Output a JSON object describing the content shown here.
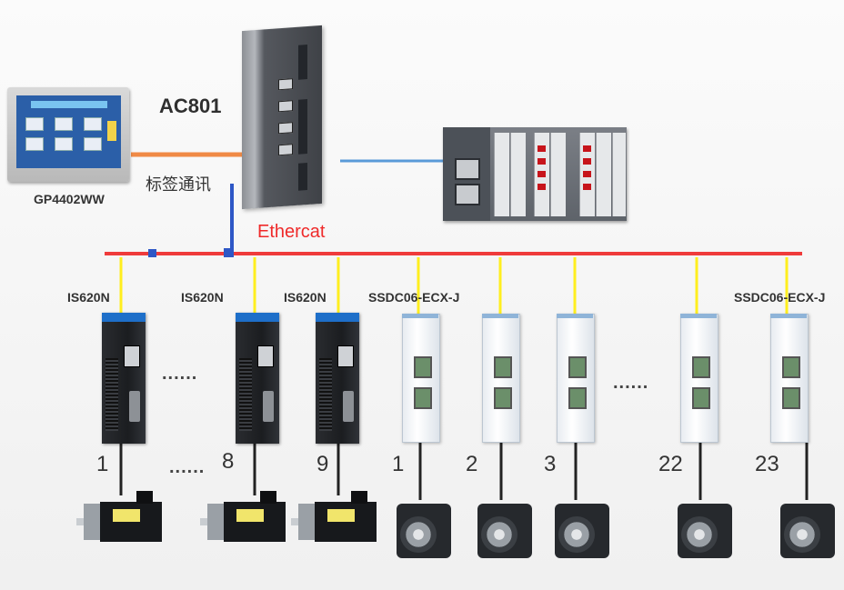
{
  "title_label": "AC801",
  "hmi_label": "GP4402WW",
  "link_label": "标签通讯",
  "bus_label": "Ethercat",
  "servo_drive_label": "IS620N",
  "stepper_drive_label": "SSDC06-ECX-J",
  "ellipsis": "......",
  "servo_numbers": [
    "1",
    "8",
    "9"
  ],
  "stepper_numbers": [
    "1",
    "2",
    "3",
    "22",
    "23"
  ],
  "colors": {
    "bus_line": "#ef3b3b",
    "hmi_link": "#f08a46",
    "drop_link": "#ffee1f",
    "ctrl_link": "#2e57c6",
    "io_link": "#5a9ad8",
    "bus_label": "#ef2a2a"
  }
}
